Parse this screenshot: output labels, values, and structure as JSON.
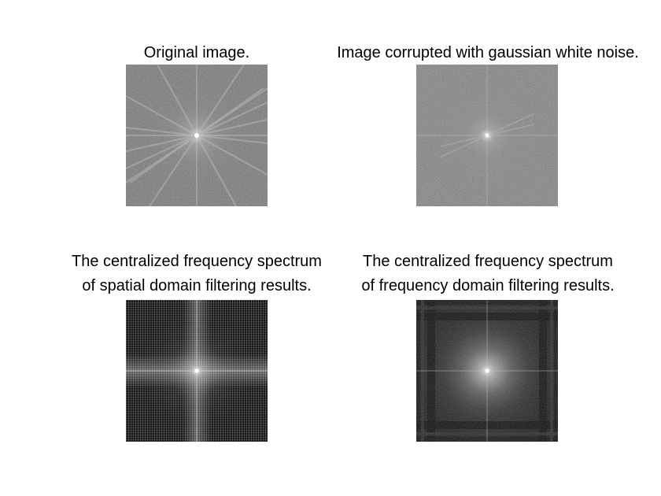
{
  "panels": [
    {
      "title_lines": [
        "Original image."
      ]
    },
    {
      "title_lines": [
        "Image corrupted with gaussian white noise."
      ]
    },
    {
      "title_lines": [
        "The centralized frequency spectrum",
        "of spatial domain filtering results."
      ]
    },
    {
      "title_lines": [
        "The centralized frequency spectrum",
        "of frequency domain filtering results."
      ]
    }
  ],
  "colors": {
    "background": "#ffffff",
    "spectrum_gray": "#7a7a7a",
    "spectrum_dark": "#1a1a1a"
  }
}
